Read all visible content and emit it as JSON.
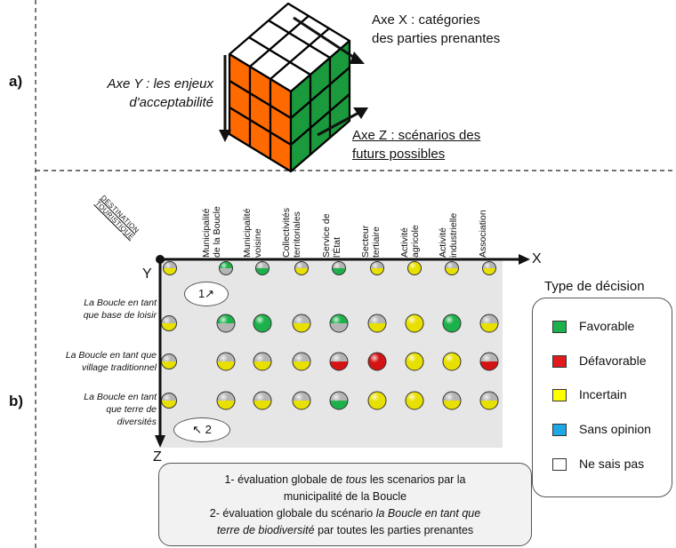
{
  "section_a_label": "a)",
  "section_b_label": "b)",
  "axis_y_text": "Axe Y : les enjeux\nd'acceptabilité",
  "axis_x_text": "Axe X : catégories\ndes parties prenantes",
  "axis_z_text": "Axe Z : scénarios des\nfuturs possibles",
  "destination_label": "DESTINATION\nTOURISTIQUE",
  "grid_axis_x": "X",
  "grid_axis_y": "Y",
  "grid_axis_z": "Z",
  "columns": [
    "Municipalité\nde la Boucle",
    "Municipalité\nvoisine",
    "Collectivités\nterritoriales",
    "Service de\nl'État",
    "Secteur\ntertiaire",
    "Activité\nagricole",
    "Activité\nindustrielle",
    "Association"
  ],
  "rows": [
    "La Boucle en tant\nque base de loisir",
    "La Boucle en tant que\nvillage traditionnel",
    "La Boucle en tant\nque terre de\ndiversités"
  ],
  "header_row": [
    "grey-yellow",
    "green-grey",
    "grey-green",
    "grey-yellow",
    "grey-green",
    "grey-yellow",
    "yellow",
    "grey-yellow",
    "grey-yellow"
  ],
  "grid": [
    [
      "green-grey",
      "green",
      "grey-yellow",
      "green-grey",
      "grey-yellow",
      "yellow",
      "green",
      "grey-yellow"
    ],
    [
      "grey-yellow",
      "grey-yellow",
      "grey-yellow",
      "grey-red",
      "red",
      "yellow",
      "yellow",
      "grey-red"
    ],
    [
      "grey-yellow",
      "grey-yellow",
      "grey-yellow",
      "grey-green",
      "yellow",
      "yellow",
      "grey-yellow",
      "grey-yellow"
    ]
  ],
  "first_column_markers": [
    "grey-yellow",
    "grey-yellow",
    "grey-yellow"
  ],
  "oval_1": "1↗",
  "oval_2": "↖ 2",
  "legend": {
    "title": "Type de décision",
    "items": [
      {
        "label": "Favorable",
        "color": "#1db14b"
      },
      {
        "label": "Défavorable",
        "color": "#e31a1c"
      },
      {
        "label": "Incertain",
        "color": "#ffff00"
      },
      {
        "label": "Sans opinion",
        "color": "#1ea7e6"
      },
      {
        "label": "Ne sais pas",
        "color": "#ffffff"
      }
    ]
  },
  "note_line1": "1- évaluation globale de ",
  "note_line1_italic": "tous",
  "note_line1_end": " les scenarios par la",
  "note_line2": "municipalité de la Boucle",
  "note_line3": "2- évaluation globale du scénario ",
  "note_line3_italic": "la Boucle en tant que",
  "note_line4_italic": "terre de biodiversité",
  "note_line4_end": " par toutes les parties prenantes",
  "colors": {
    "cube_white": "#ffffff",
    "cube_orange": "#ff6a00",
    "cube_green": "#1a9a3c",
    "grid_bg": "#e6e6e6",
    "green": "#1db14b",
    "yellow": "#e8e000",
    "red": "#d41414",
    "grey": "#b4b4b4"
  }
}
